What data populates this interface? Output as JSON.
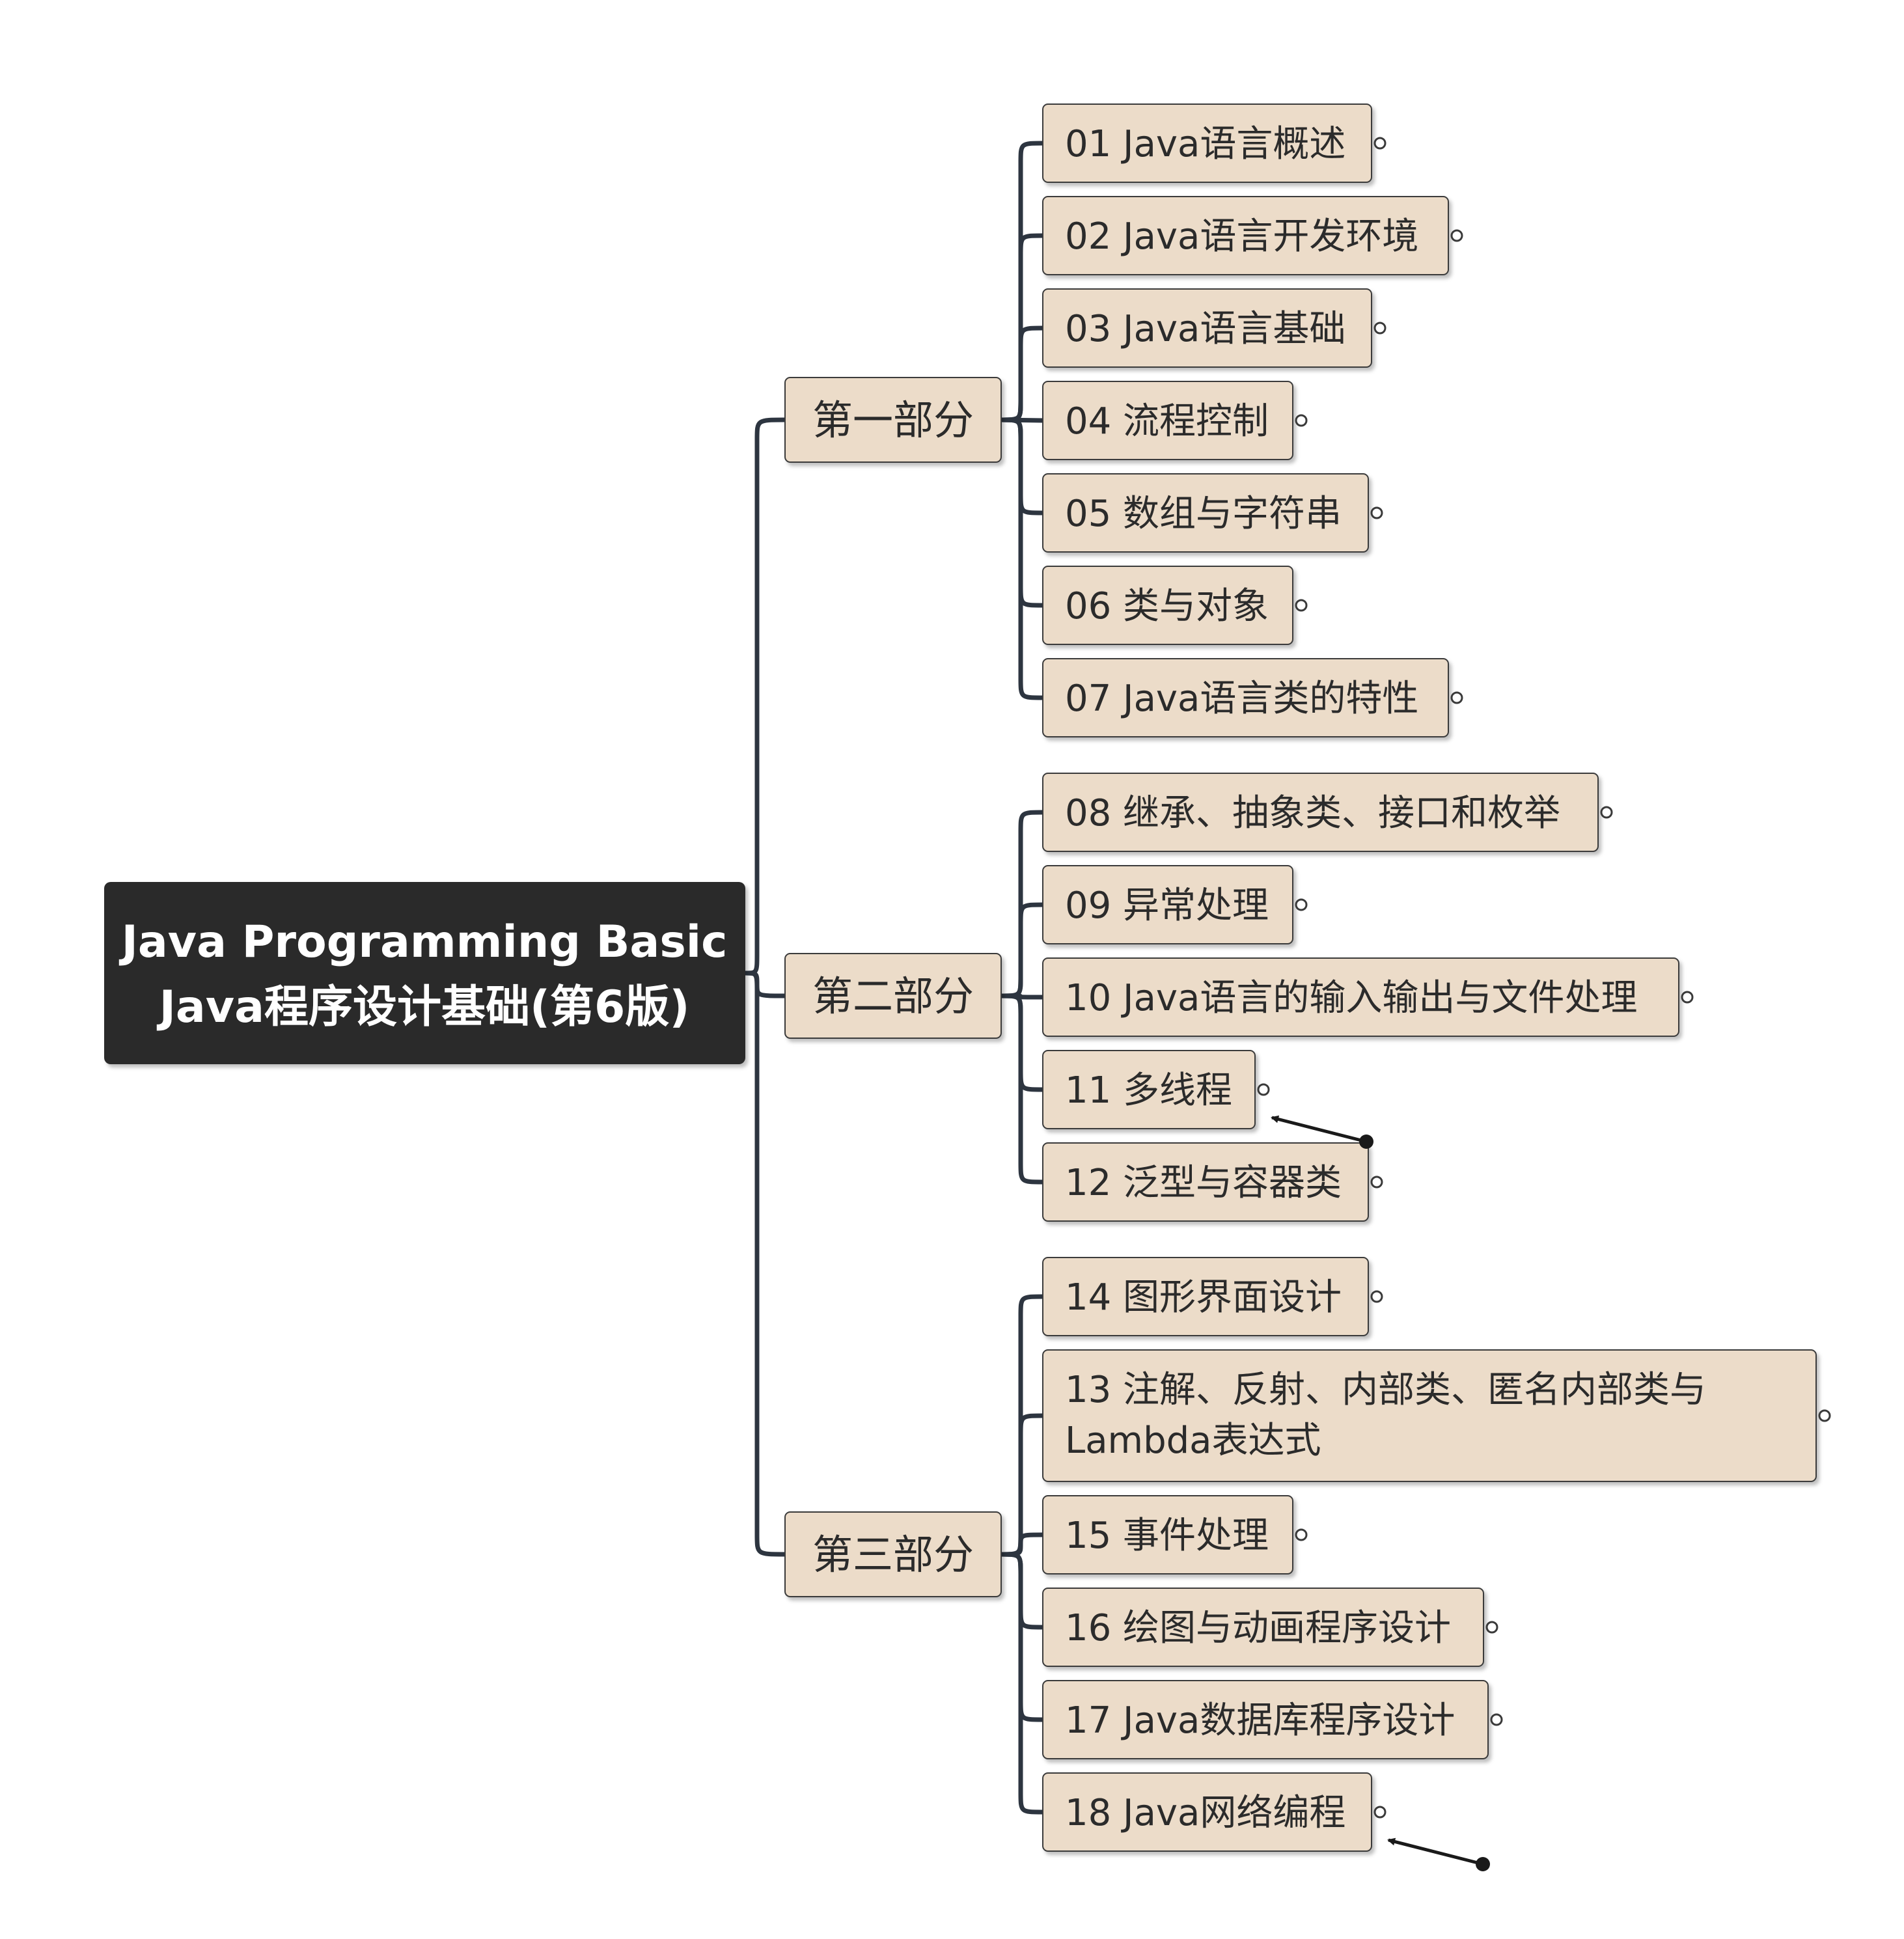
{
  "colors": {
    "background": "#ffffff",
    "root_fill": "#2b2b2b",
    "node_fill": "#ecdcc9",
    "node_stroke": "#3a3a3a",
    "connector": "#2d3540",
    "root_text": "#ffffff",
    "node_text": "#2b2b2b"
  },
  "root": {
    "line1": "Java Programming Basic",
    "line2": "Java程序设计基础(第6版)"
  },
  "parts": [
    {
      "label": "第一部分",
      "chapters": [
        {
          "label": "01 Java语言概述"
        },
        {
          "label": "02 Java语言开发环境"
        },
        {
          "label": "03 Java语言基础"
        },
        {
          "label": "04 流程控制"
        },
        {
          "label": "05 数组与字符串"
        },
        {
          "label": "06 类与对象"
        },
        {
          "label": "07 Java语言类的特性"
        }
      ]
    },
    {
      "label": "第二部分",
      "chapters": [
        {
          "label": "08 继承、抽象类、接口和枚举"
        },
        {
          "label": "09 异常处理"
        },
        {
          "label": "10 Java语言的输入输出与文件处理"
        },
        {
          "label": "11 多线程",
          "pointer": true
        },
        {
          "label": "12 泛型与容器类"
        }
      ]
    },
    {
      "label": "第三部分",
      "chapters": [
        {
          "label": "14 图形界面设计"
        },
        {
          "label": "13 注解、反射、内部类、匿名内部类与",
          "label2": "Lambda表达式"
        },
        {
          "label": "15 事件处理"
        },
        {
          "label": "16 绘图与动画程序设计"
        },
        {
          "label": "17 Java数据库程序设计"
        },
        {
          "label": "18 Java网络编程",
          "pointer": true
        }
      ]
    }
  ]
}
